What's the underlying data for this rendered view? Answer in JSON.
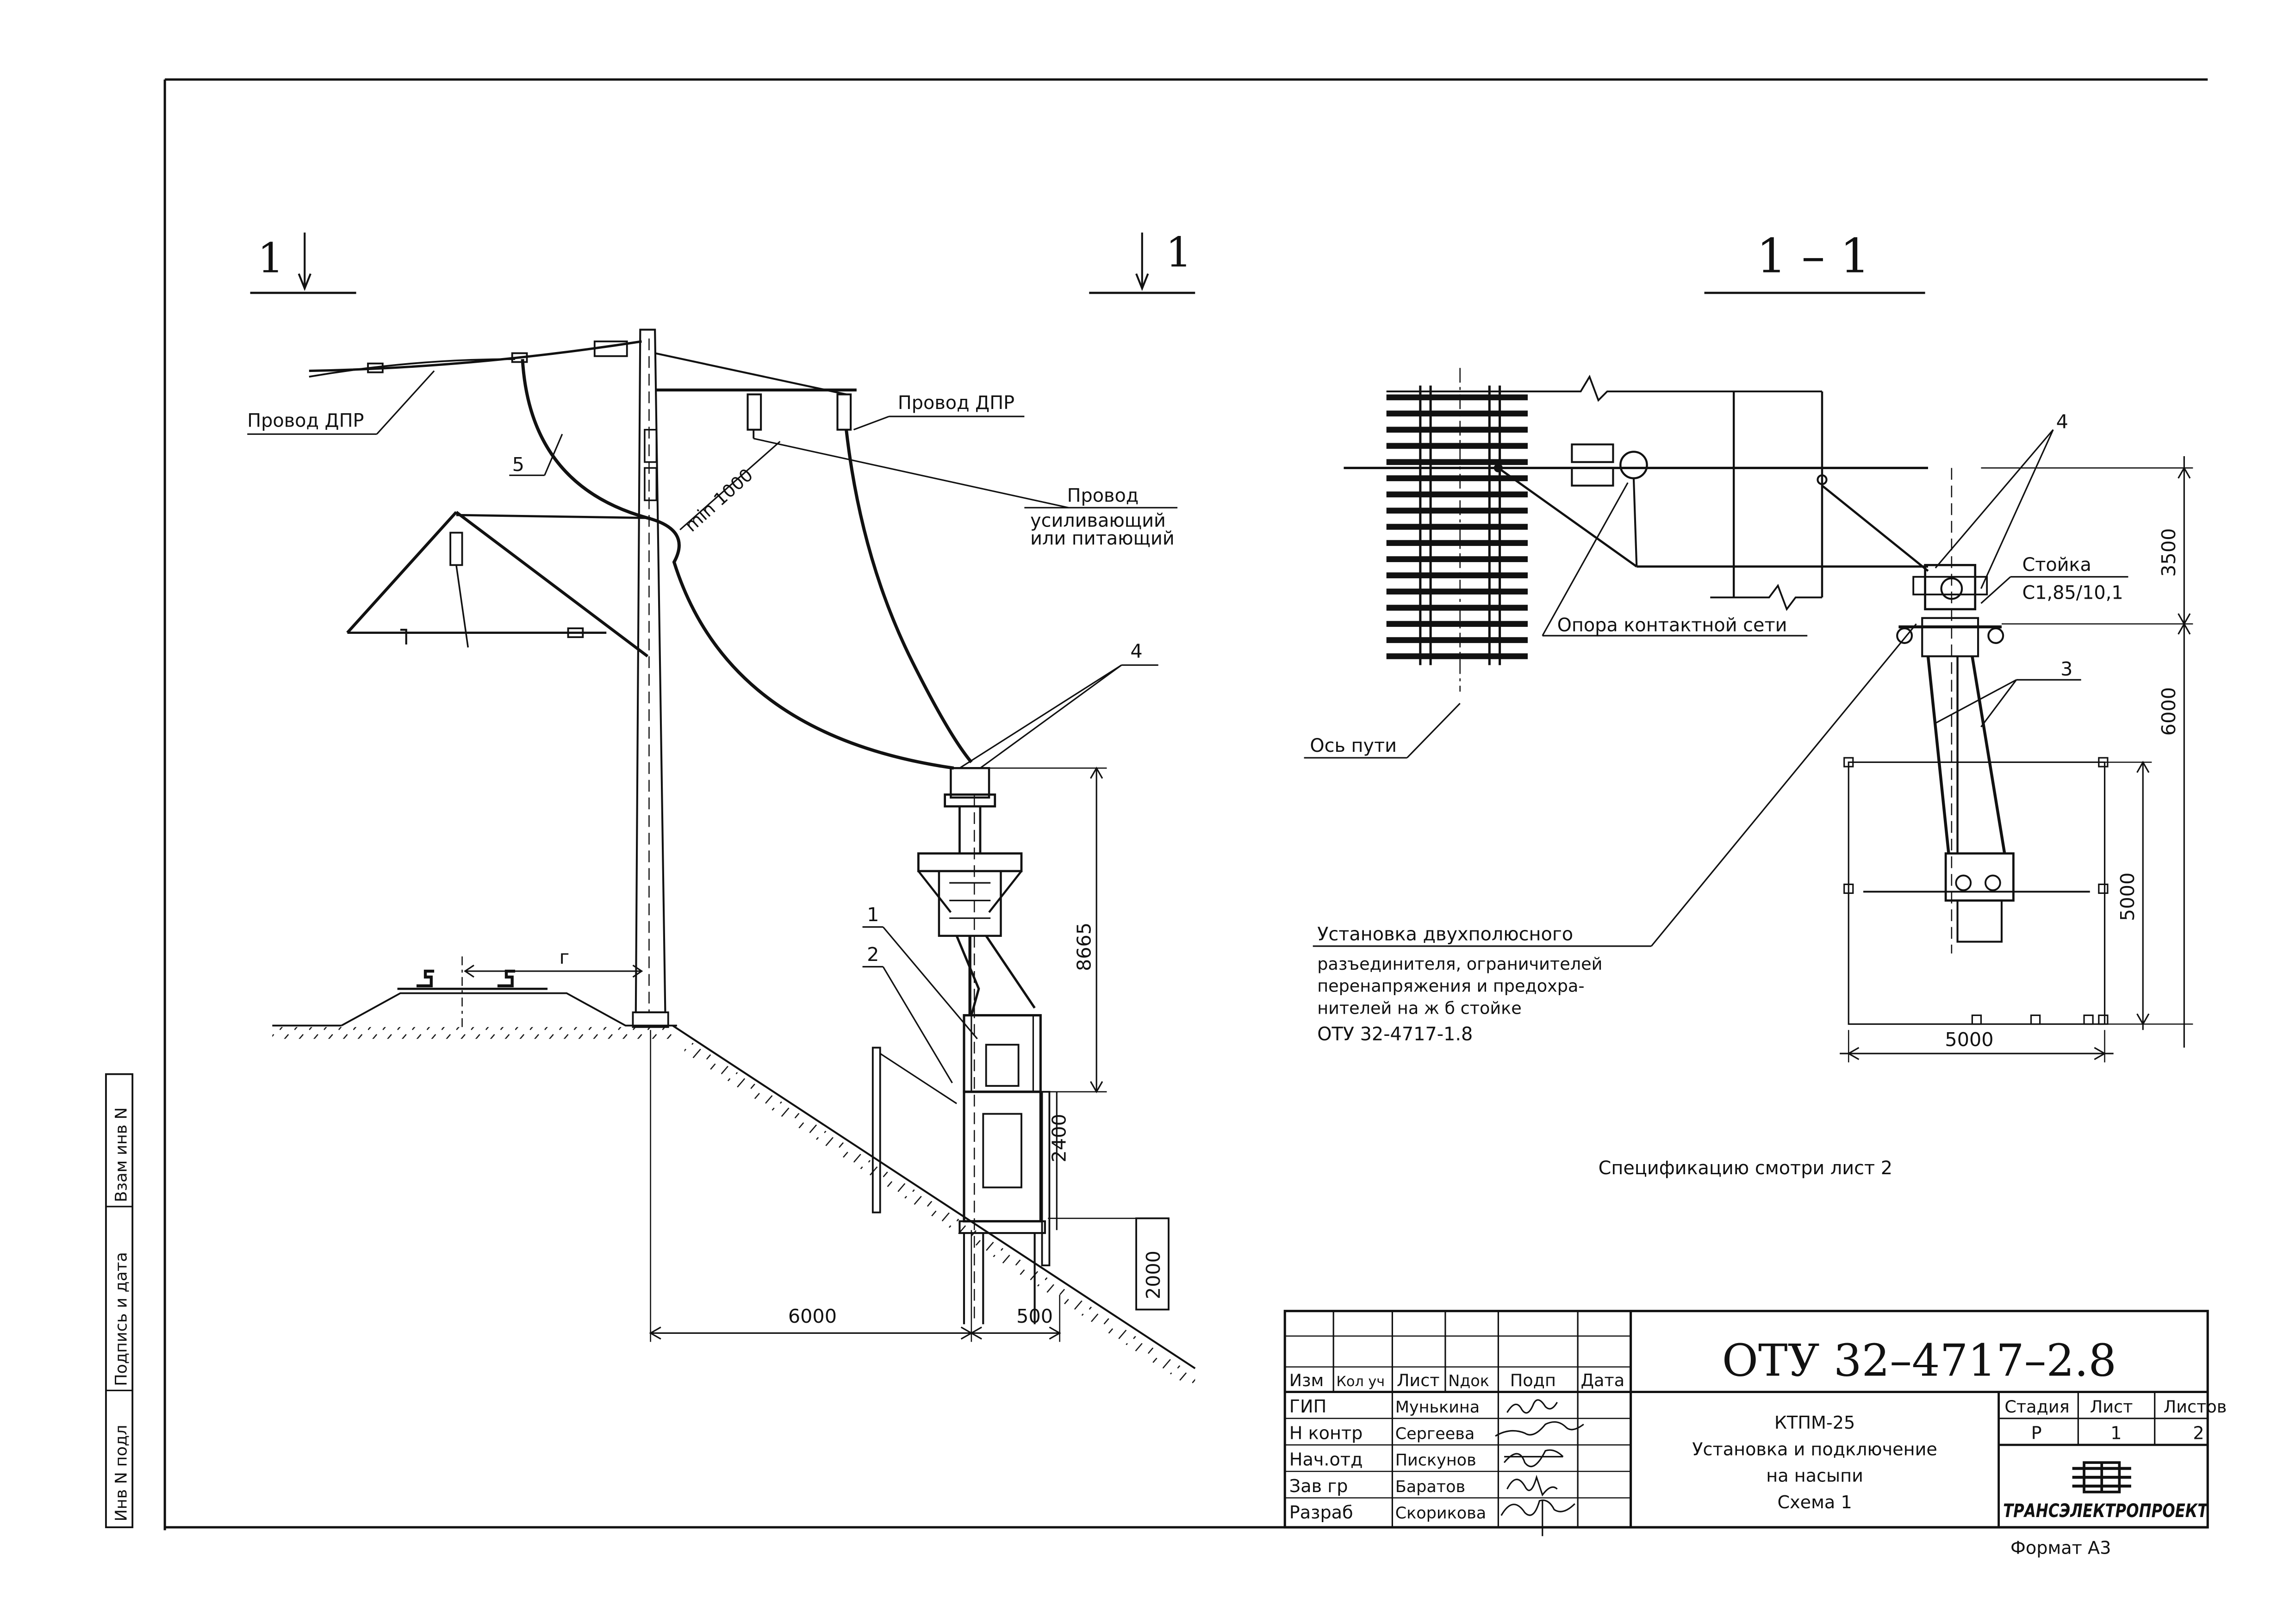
{
  "section_mark": {
    "left_num": "1",
    "right_num": "1",
    "title": "1 – 1"
  },
  "elevation": {
    "wire_dpr_left": "Провод ДПР",
    "wire_dpr_right": "Провод ДПР",
    "label_5": "5",
    "min_clearance": "min 1000",
    "wire_reinf_line1": "Провод",
    "wire_reinf_line2": "усиливающий",
    "wire_reinf_line3": "или питающий",
    "label_4": "4",
    "label_1": "1",
    "label_2": "2",
    "dim_g": "г",
    "dim_8665": "8665",
    "dim_2400": "2400",
    "dim_2000": "2000",
    "dim_6000": "6000",
    "dim_500": "500"
  },
  "plan": {
    "label_4": "4",
    "label_3": "3",
    "stand_line1": "Стойка",
    "stand_line2": "С1,85/10,1",
    "support": "Опора контактной сети",
    "track_axis": "Ось пути",
    "dim_3500": "3500",
    "dim_6000": "6000",
    "dim_5000_v": "5000",
    "dim_5000_h": "5000",
    "install_line1": "Установка двухполюсного",
    "install_line2": "разъединителя, ограничителей",
    "install_line3": "перенапряжения и предохра-",
    "install_line4": "нителей на ж б  стойке",
    "install_line5": "ОТУ 32-4717-1.8"
  },
  "spec_note": "Спецификацию смотри лист 2",
  "side_stamp": [
    "Инв N подл",
    "Подпись и дата",
    "Взам инв N"
  ],
  "title_block": {
    "doc_code": "ОТУ 32–4717–2.8",
    "headers": {
      "izm": "Изм",
      "kol": "Кол уч",
      "list": "Лист",
      "ndok": "Nдок",
      "podp": "Подп",
      "data": "Дата"
    },
    "roles": [
      "ГИП",
      "Н контр",
      "Нач.отд",
      "Зав гр",
      "Разраб"
    ],
    "names": [
      "Мунькина",
      "Сергеева",
      "Пискунов",
      "Баратов",
      "Скорикова"
    ],
    "product_line1": "КТПМ-25",
    "product_line2": "Установка и подключение",
    "product_line3": "на насыпи",
    "product_line4": "Схема 1",
    "stage_h": "Стадия",
    "sheet_h": "Лист",
    "sheets_h": "Листов",
    "stage": "Р",
    "sheet": "1",
    "sheets": "2",
    "org": "ТРАНСЭЛЕКТРОПРОЕКТ",
    "format": "Формат А3"
  }
}
